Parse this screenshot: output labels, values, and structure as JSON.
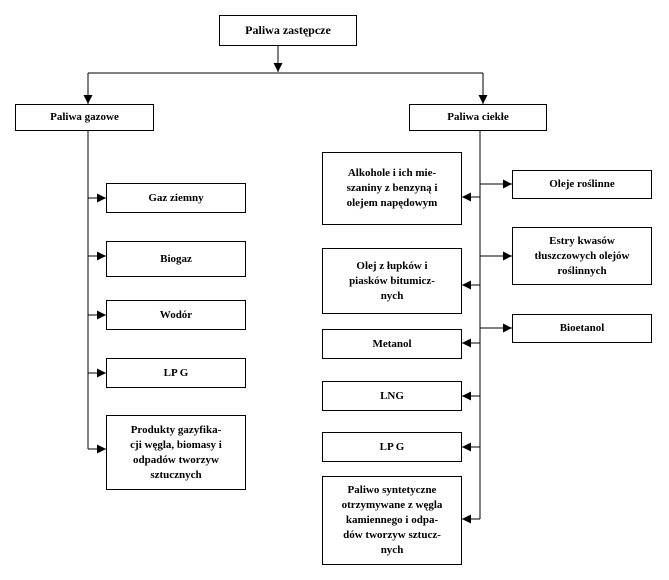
{
  "root": {
    "label": "Paliwa zastępcze"
  },
  "gas": {
    "label": "Paliwa gazowe",
    "items": [
      "Gaz ziemny",
      "Biogaz",
      "Wodór",
      "LP G",
      "Produkty gazyfika-\ncji węgla, biomasy i\nodpadów tworzyw\nsztucznych"
    ]
  },
  "liquid": {
    "label": "Paliwa ciekłe",
    "left_items": [
      "Alkohole i ich mie-\nszaniny z benzyną i\nolejem napędowym",
      "Olej z łupków  i\npiasków bitumicz-\nnych",
      "Metanol",
      "LNG",
      "LP G",
      "Paliwo syntetyczne\notrzymywane z węgla\nkamiennego i odpa-\ndów tworzyw sztucz-\nnych"
    ],
    "right_items": [
      "Oleje roślinne",
      "Estry kwasów\ntłuszczowych olejów\nroślinnych",
      "Bioetanol"
    ]
  }
}
